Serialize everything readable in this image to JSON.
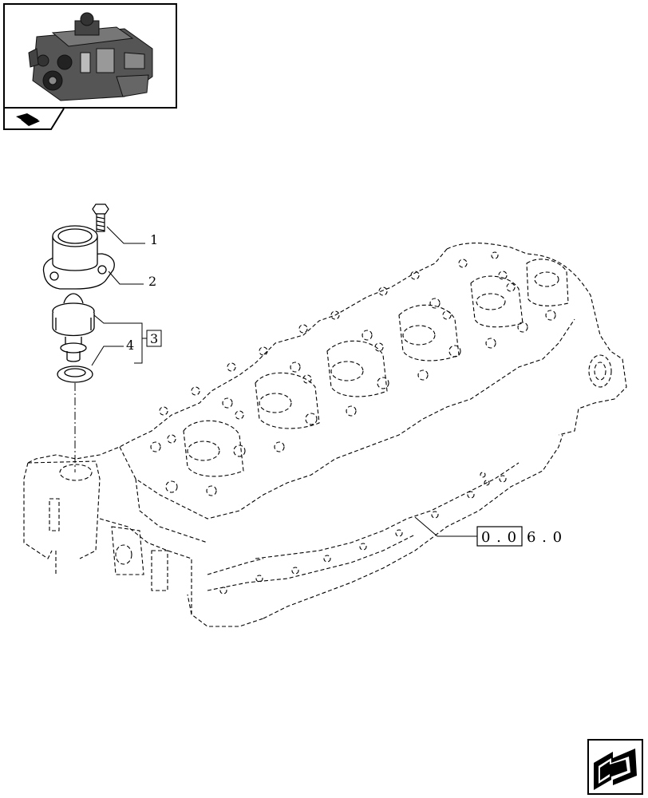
{
  "callouts": {
    "c1": "1",
    "c2": "2",
    "c3": "3",
    "c4": "4"
  },
  "reference": {
    "boxed": "0 . 0",
    "suffix": "6 . 0"
  },
  "icons": {
    "thumbnail": "engine-thumbnail",
    "tab": "book-arrow-icon",
    "nav": "next-page-arrow-icon"
  },
  "colors": {
    "line": "#000000",
    "background": "#ffffff"
  }
}
